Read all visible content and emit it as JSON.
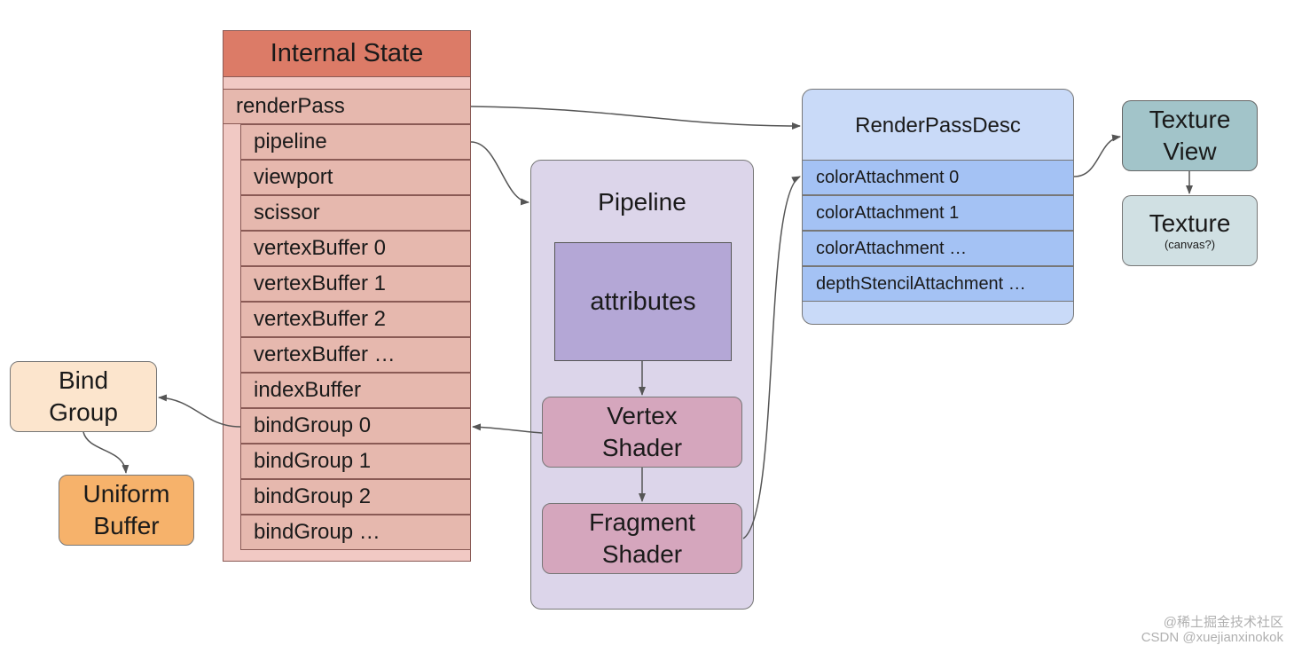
{
  "internal_state": {
    "title": "Internal State",
    "render_pass_label": "renderPass",
    "rows": [
      "pipeline",
      "viewport",
      "scissor",
      "vertexBuffer 0",
      "vertexBuffer 1",
      "vertexBuffer 2",
      "vertexBuffer …",
      "indexBuffer",
      "bindGroup 0",
      "bindGroup 1",
      "bindGroup 2",
      "bindGroup …"
    ]
  },
  "pipeline": {
    "title": "Pipeline",
    "attributes": "attributes",
    "vertex_shader": "Vertex\nShader",
    "fragment_shader": "Fragment\nShader"
  },
  "render_pass_desc": {
    "title": "RenderPassDesc",
    "rows": [
      "colorAttachment 0",
      "colorAttachment 1",
      "colorAttachment …",
      "depthStencilAttachment …"
    ]
  },
  "texture_view": "Texture\nView",
  "texture": {
    "label": "Texture",
    "sub": "(canvas?)"
  },
  "bind_group": "Bind\nGroup",
  "uniform_buffer": "Uniform\nBuffer",
  "watermark": {
    "line1": "@稀土掘金技术社区",
    "line2": "CSDN @xuejianxinokok"
  },
  "colors": {
    "internal_state_header": "#dc7b67",
    "internal_state_row": "#e6b8ae",
    "pipeline_bg": "#dcd5ea",
    "attributes": "#b4a7d6",
    "shader": "#d5a6bd",
    "render_pass_desc": "#c9daf8",
    "attachment_row": "#a4c2f4",
    "texture_view": "#a2c4c9",
    "texture": "#d0e0e3",
    "bind_group": "#fce5cd",
    "uniform_buffer": "#f6b26b"
  }
}
